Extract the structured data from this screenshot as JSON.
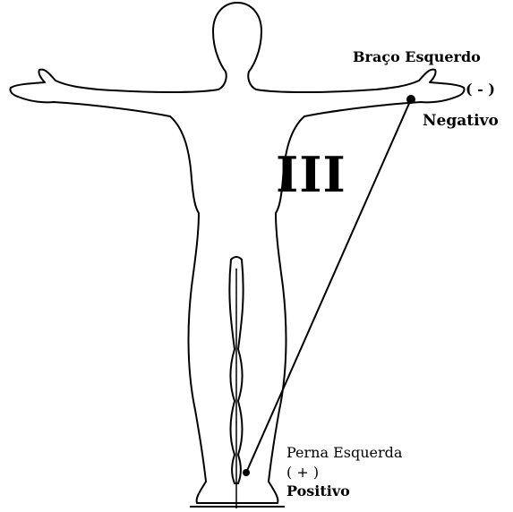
{
  "diagram": {
    "labels": {
      "left_arm": "Braço Esquerdo",
      "left_arm_sign": "( - )",
      "negative": "Negativo",
      "lead": "III",
      "left_leg": "Perna Esquerda",
      "left_leg_sign": "( + )",
      "positive": "Positivo"
    },
    "colors": {
      "line": "#000000",
      "background": "#ffffff"
    }
  }
}
